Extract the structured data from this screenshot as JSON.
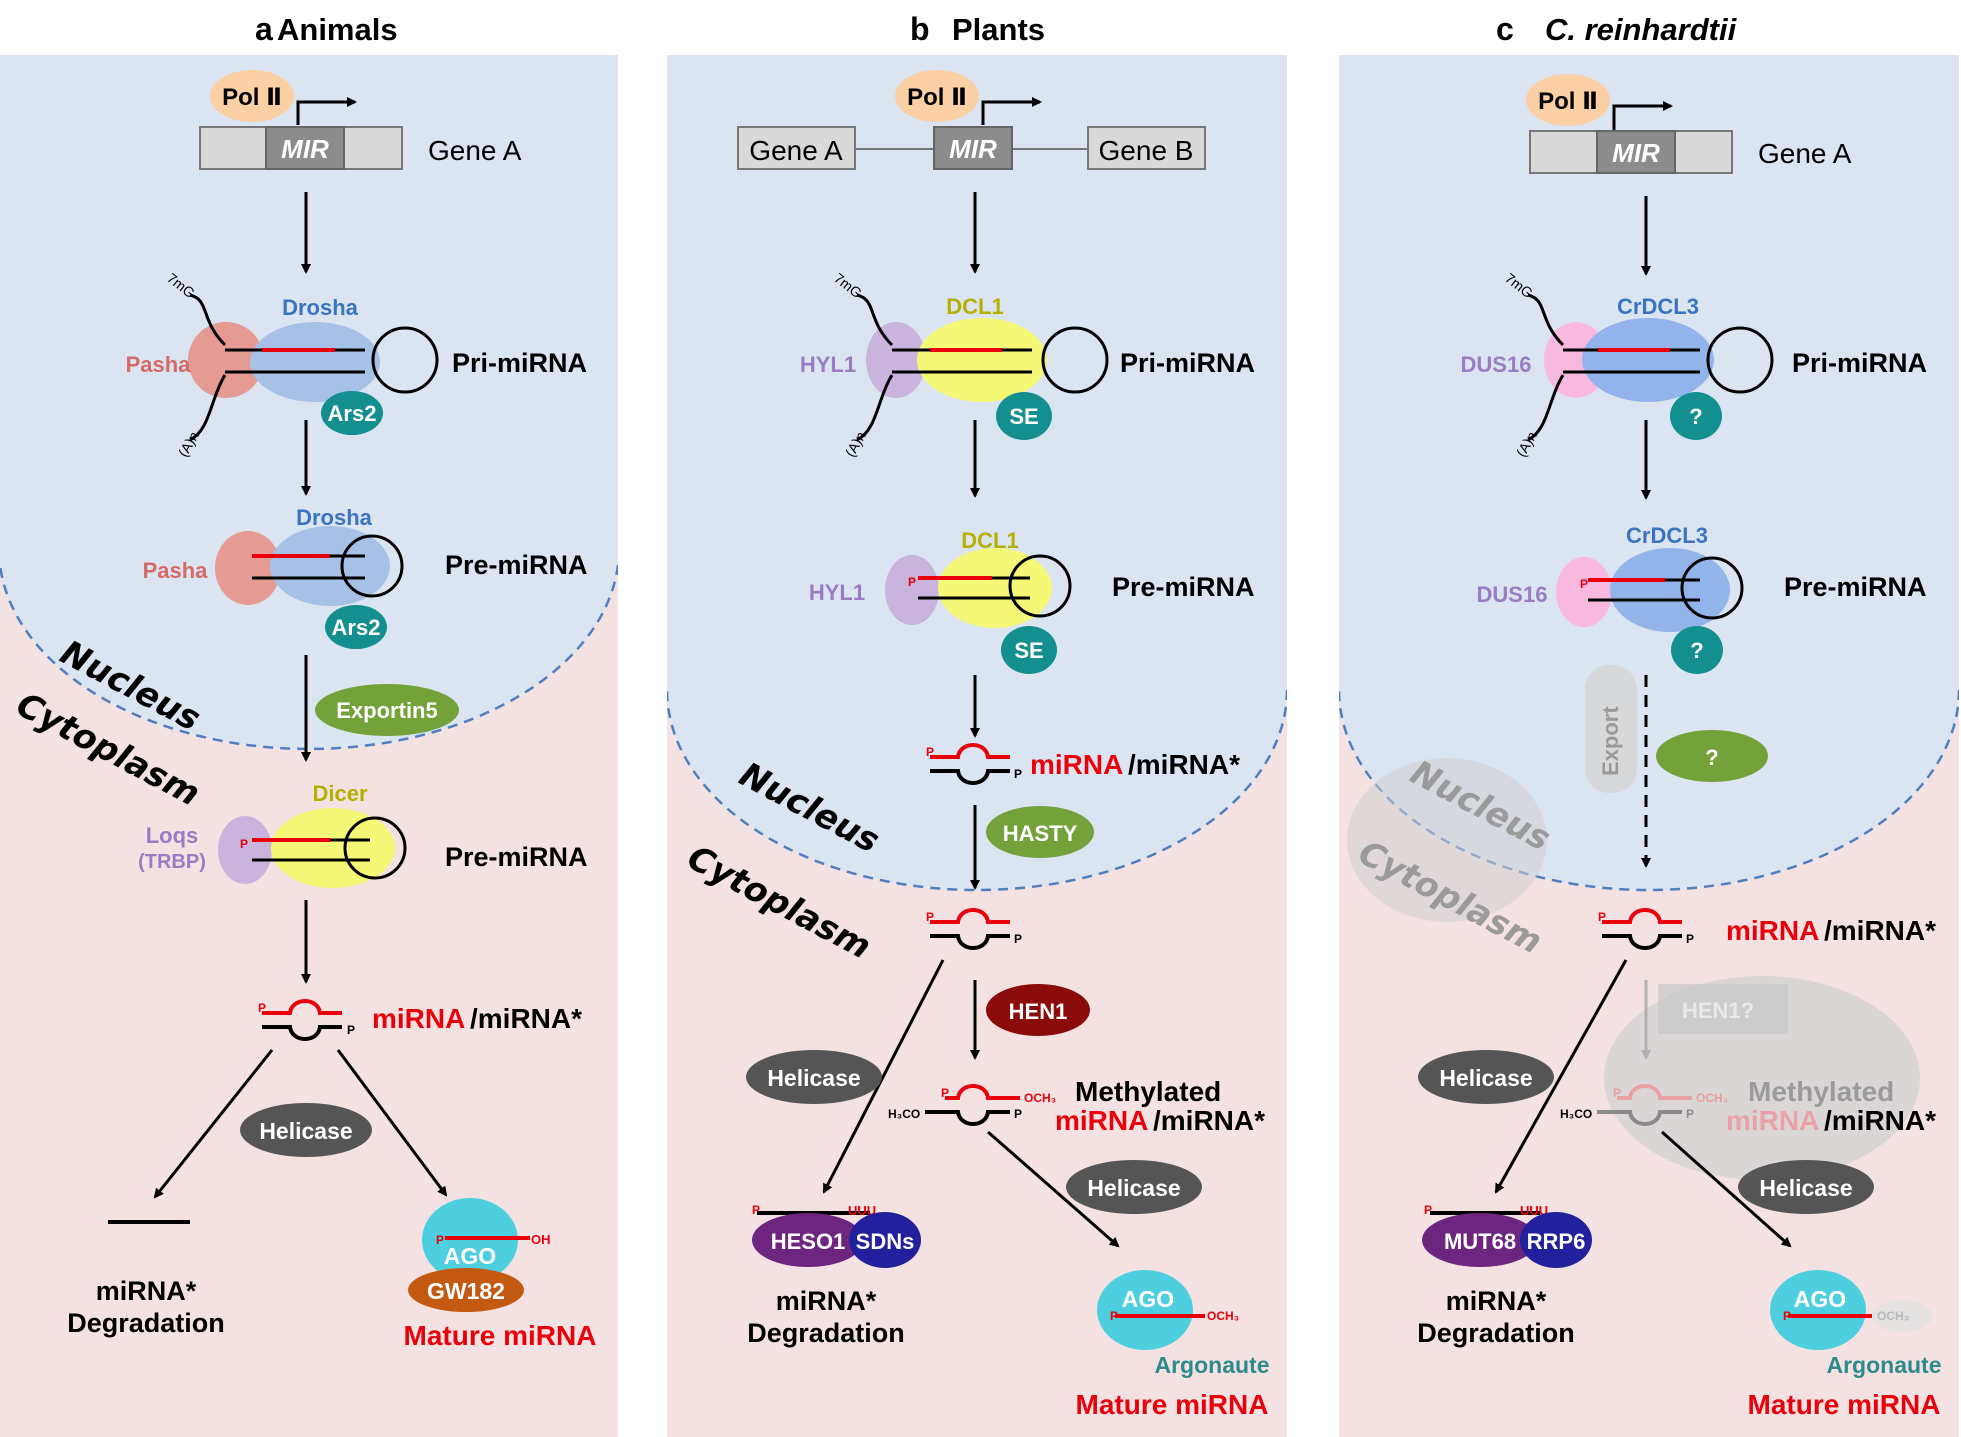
{
  "panels": [
    {
      "letter": "a",
      "title": "Animals",
      "nucleus_label": "Nucleus",
      "cytoplasm_label": "Cytoplasm",
      "pol_label": "Pol Ⅱ",
      "mir_label": "MIR",
      "gene_left": "Gene A",
      "pri_processor": "Drosha",
      "pri_partner": "Pasha",
      "pri_cofactor": "Ars2",
      "pri_label": "Pri-miRNA",
      "pre_processor": "Drosha",
      "pre_partner": "Pasha",
      "pre_cofactor": "Ars2",
      "pre_label": "Pre-miRNA",
      "exporter": "Exportin5",
      "dicer": "Dicer",
      "dicer_partner_1": "Loqs",
      "dicer_partner_2": "(TRBP)",
      "cyto_pre_label": "Pre-miRNA",
      "duplex_red": "miRNA",
      "duplex_black": "/miRNA*",
      "helicase": "Helicase",
      "deg_line1": "miRNA*",
      "deg_line2": "Degradation",
      "ago": "AGO",
      "gw182": "GW182",
      "oh": "OH",
      "mature": "Mature miRNA"
    },
    {
      "letter": "b",
      "title": "Plants",
      "nucleus_label": "Nucleus",
      "cytoplasm_label": "Cytoplasm",
      "pol_label": "Pol Ⅱ",
      "mir_label": "MIR",
      "gene_left": "Gene A",
      "gene_right": "Gene B",
      "pri_processor": "DCL1",
      "pri_partner": "HYL1",
      "pri_cofactor": "SE",
      "pri_label": "Pri-miRNA",
      "pre_processor": "DCL1",
      "pre_partner": "HYL1",
      "pre_cofactor": "SE",
      "pre_label": "Pre-miRNA",
      "duplex_red": "miRNA",
      "duplex_black": "/miRNA*",
      "exporter": "HASTY",
      "hen1": "HEN1",
      "helicase_left": "Helicase",
      "helicase_right": "Helicase",
      "methylated_1": "Methylated",
      "methylated_red": "miRNA",
      "methylated_black": "/miRNA*",
      "heso1": "HESO1",
      "sdns": "SDNs",
      "uuu": "UUU",
      "deg_line1": "miRNA*",
      "deg_line2": "Degradation",
      "ago": "AGO",
      "och3": "OCH₃",
      "h3co": "H₃CO",
      "argonaute": "Argonaute",
      "mature": "Mature miRNA"
    },
    {
      "letter": "c",
      "title": "C. reinhardtii",
      "nucleus_label": "Nucleus",
      "cytoplasm_label": "Cytoplasm",
      "pol_label": "Pol Ⅱ",
      "mir_label": "MIR",
      "gene_left": "Gene A",
      "pri_processor": "CrDCL3",
      "pri_partner": "DUS16",
      "pri_cofactor": "?",
      "pri_label": "Pri-miRNA",
      "pre_processor": "CrDCL3",
      "pre_partner": "DUS16",
      "pre_cofactor": "?",
      "pre_label": "Pre-miRNA",
      "export": "Export",
      "exporter": "?",
      "duplex_red": "miRNA",
      "duplex_black": "/miRNA*",
      "hen1": "HEN1?",
      "helicase_left": "Helicase",
      "helicase_right": "Helicase",
      "methylated_1": "Methylated",
      "methylated_red": "miRNA",
      "methylated_black": "/miRNA*",
      "mut68": "MUT68",
      "rrp6": "RRP6",
      "uuu": "UUU",
      "deg_line1": "miRNA*",
      "deg_line2": "Degradation",
      "ago": "AGO",
      "och3": "OCH₃",
      "h3co": "H₃CO",
      "argonaute": "Argonaute",
      "mature": "Mature miRNA"
    }
  ],
  "cap_label": "7mG",
  "tail_label": "(A)n",
  "phosphate": "P",
  "colors": {
    "nucleus_bg": "#dbe5f1",
    "cytoplasm_bg": "#f4e2e2",
    "membrane": "#4f7fc0",
    "red": "#e8000b",
    "pol": "#fbd0a4",
    "gene_box": "#d9d9d9",
    "mir_box": "#8c8c8c",
    "drosha": "#a7c1e6",
    "drosha_text": "#3a74c0",
    "pasha": "#e59a94",
    "pasha_text": "#d66a66",
    "teal": "#138f8f",
    "olive": "#74a23a",
    "dicer": "#f5f776",
    "dicer_text": "#b5b000",
    "loqs": "#c9b4de",
    "loqs_text": "#9a7cc4",
    "gray_dark": "#555555",
    "ago": "#4ecfe0",
    "gw182": "#c45912",
    "hen1": "#8b0a0a",
    "heso1": "#6d2580",
    "sdns": "#22209c",
    "dus16": "#f9b9df",
    "crdcl3": "#93b4ea",
    "argonaute_text": "#2e8b8b"
  }
}
